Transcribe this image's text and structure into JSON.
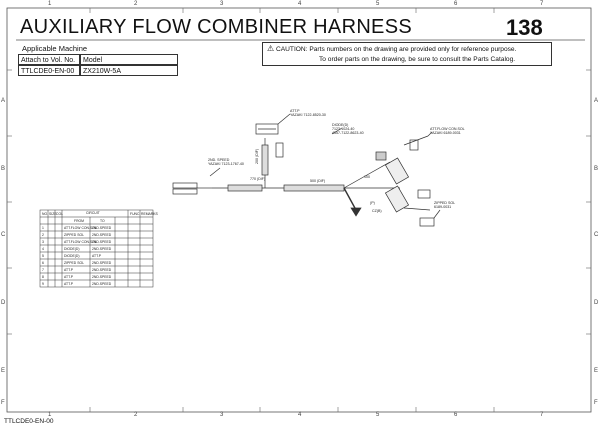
{
  "header": {
    "title": "AUXILIARY FLOW COMBINER HARNESS",
    "page_number": "138"
  },
  "applicable": {
    "label": "Applicable Machine",
    "attach_label": "Attach to Vol. No.",
    "model_label": "Model",
    "vol_no": "TTLCDE0-EN-00",
    "model": "ZX210W-5A"
  },
  "caution": {
    "line1": "CAUTION: Parts numbers on the drawing are provided only for reference purpose.",
    "line2": "To order parts on the drawing, be sure to consult the Parts Catalog."
  },
  "grid": {
    "columns": [
      "1",
      "2",
      "3",
      "4",
      "5",
      "6",
      "7"
    ],
    "rows": [
      "A",
      "B",
      "C",
      "D",
      "E",
      "F"
    ]
  },
  "footer": {
    "doc_code": "TTLCDE0-EN-00"
  }
}
